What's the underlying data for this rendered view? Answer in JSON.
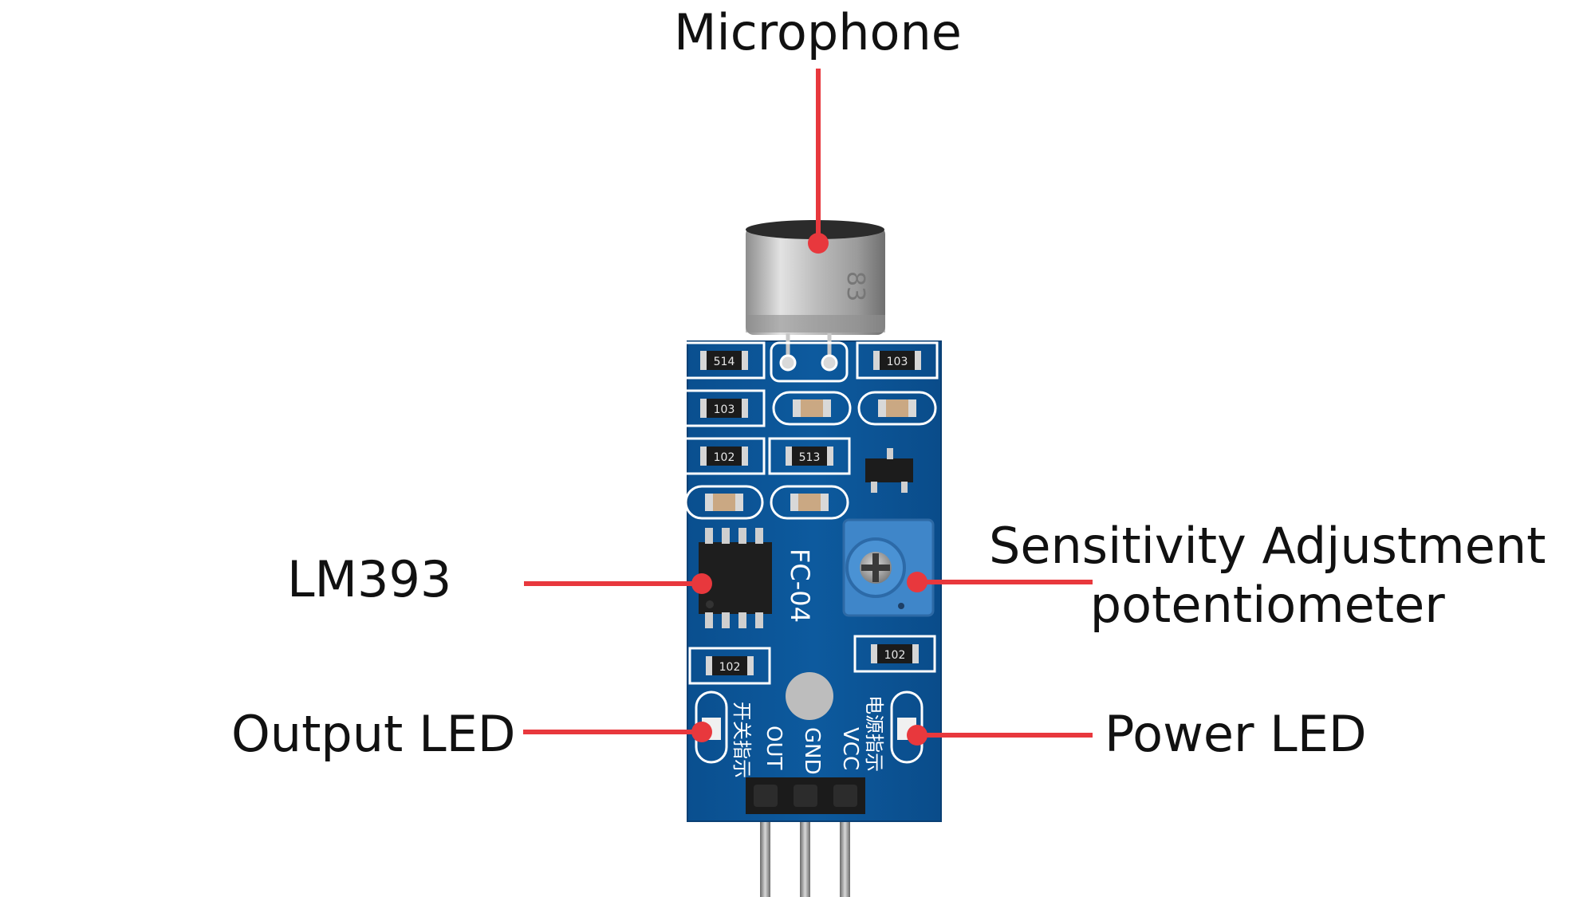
{
  "callouts": {
    "microphone": "Microphone",
    "lm393": "LM393",
    "sensitivity_line1": "Sensitivity Adjustment",
    "sensitivity_line2": "potentiometer",
    "output_led": "Output LED",
    "power_led": "Power LED"
  },
  "board": {
    "model": "FC-04",
    "pins": [
      "OUT",
      "GND",
      "VCC"
    ],
    "output_led_caption": "开关指示",
    "power_led_caption": "电源指示",
    "resistor_codes": [
      "514",
      "103",
      "103",
      "102",
      "513",
      "102",
      "102"
    ]
  },
  "colors": {
    "pcb": "#0d5a9e",
    "callout_line": "#e8383d",
    "potentiometer": "#3f86c9"
  }
}
